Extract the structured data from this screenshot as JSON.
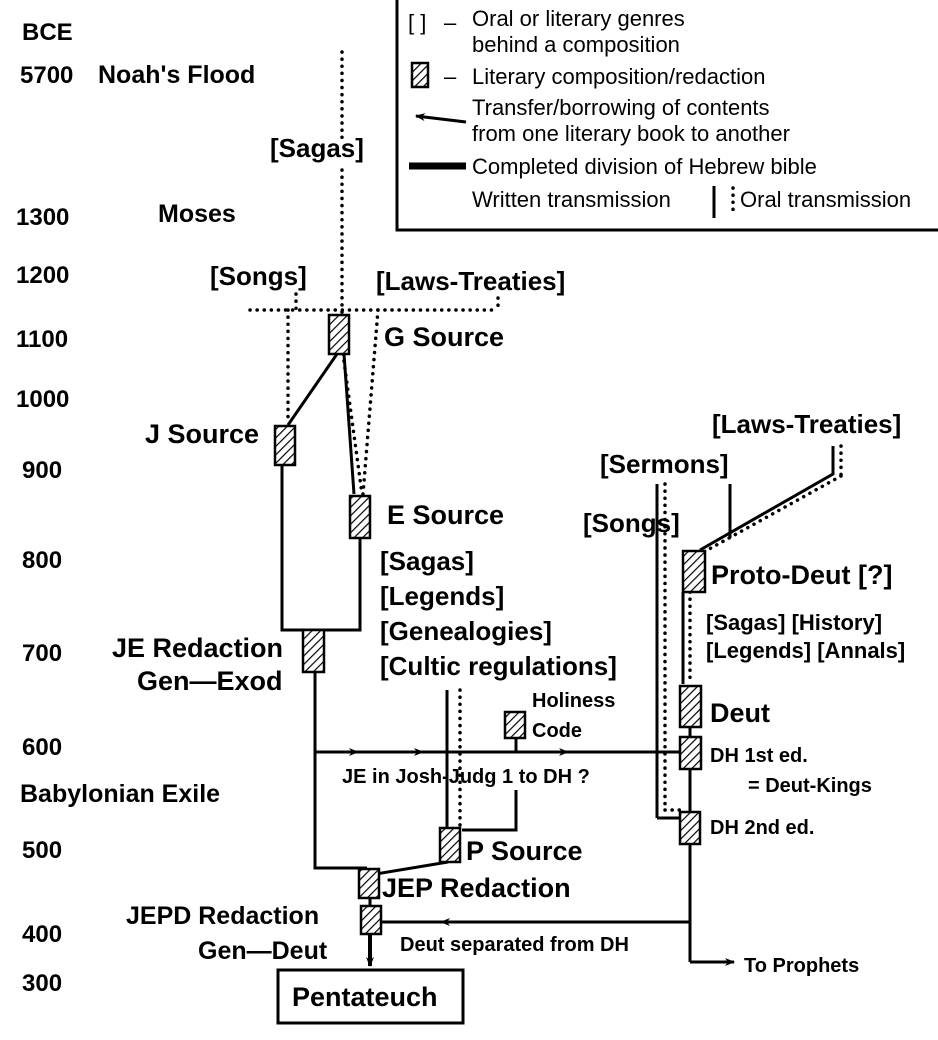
{
  "legend": {
    "brackets_symbol": "[ ]",
    "dash": "–",
    "genres_line1": "Oral or literary genres",
    "genres_line2": "behind a composition",
    "composition": "Literary composition/redaction",
    "transfer_line1": "Transfer/borrowing of contents",
    "transfer_line2": "from one literary book to another",
    "division": "Completed division of Hebrew bible",
    "written": "Written transmission",
    "oral": "Oral transmission"
  },
  "timeline": {
    "era": "BCE",
    "years": [
      "5700",
      "1300",
      "1200",
      "1100",
      "1000",
      "900",
      "800",
      "700",
      "600",
      "500",
      "400",
      "300"
    ],
    "flood": "Noah's Flood",
    "moses": "Moses",
    "exile": "Babylonian Exile"
  },
  "genres": {
    "sagas_top": "[Sagas]",
    "songs_top": "[Songs]",
    "laws_top": "[Laws-Treaties]",
    "laws_right": "[Laws-Treaties]",
    "sermons": "[Sermons]",
    "songs_right": "[Songs]",
    "sagas_mid": "[Sagas]",
    "legends_mid": "[Legends]",
    "genealogies": "[Genealogies]",
    "cultic": "[Cultic regulations]",
    "sagas_history": "[Sagas] [History]",
    "legends_annals": "[Legends] [Annals]"
  },
  "compositions": {
    "g_source": "G Source",
    "j_source": "J Source",
    "e_source": "E Source",
    "je_redaction": "JE Redaction",
    "gen_exod": "Gen—Exod",
    "holiness_line1": "Holiness",
    "holiness_line2": "Code",
    "proto_deut": "Proto-Deut [?]",
    "deut": "Deut",
    "dh1": "DH 1st ed.",
    "deut_kings": "= Deut-Kings",
    "dh2": "DH 2nd ed.",
    "p_source": "P Source",
    "jep_redaction": "JEP Redaction",
    "jepd_redaction": "JEPD Redaction",
    "gen_deut": "Gen—Deut",
    "pentateuch": "Pentateuch"
  },
  "annotations": {
    "je_to_dh": "JE in Josh-Judg 1 to DH ?",
    "deut_separated": "Deut separated from DH",
    "to_prophets": "To Prophets"
  }
}
